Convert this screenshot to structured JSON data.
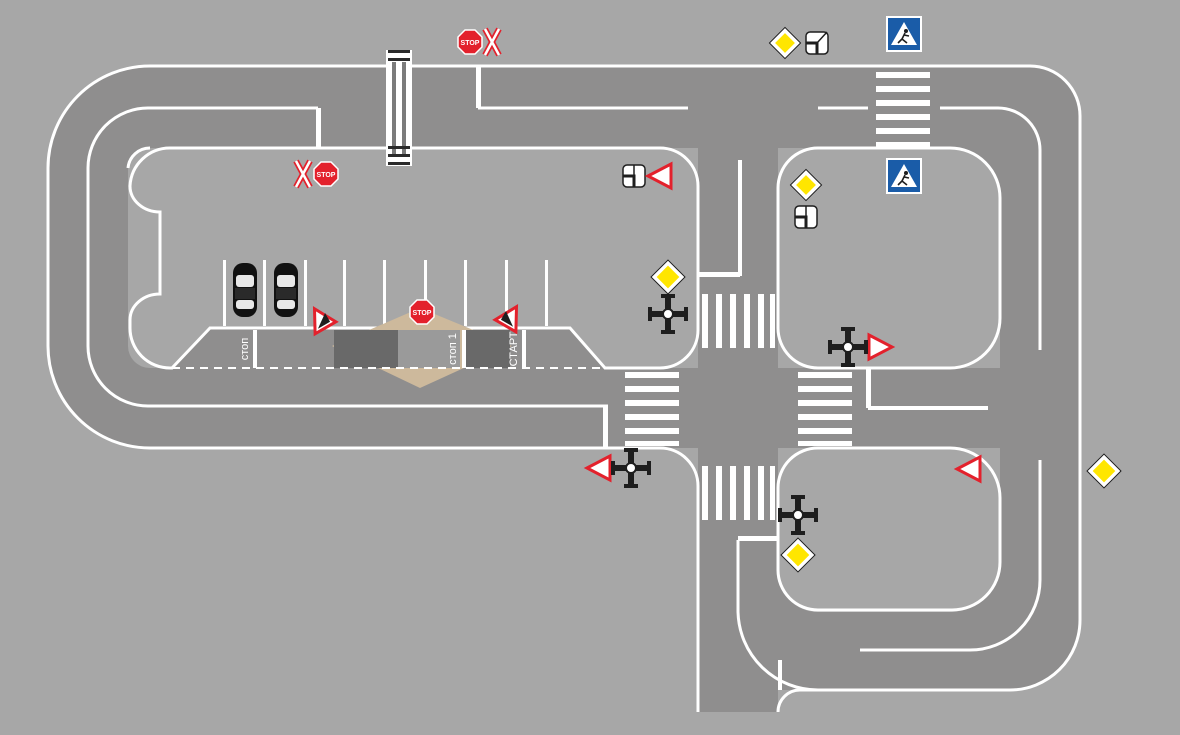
{
  "colors": {
    "background": "#a7a7a7",
    "asphalt": "#8f8e8e",
    "marking": "#ffffff",
    "island": "#a7a7a7",
    "ramp": "#cdb99c",
    "ramp_top": "#696969",
    "sign_red": "#e3212c",
    "sign_yellow": "#ffe600",
    "sign_blue": "#1a5ca8",
    "traffic_light": "#1e1e1e"
  },
  "labels": {
    "stop_word": "STOP",
    "stop_line_left": "стоп",
    "stop_line_1": "стоп 1",
    "start_line": "СТАРТ"
  },
  "signs": [
    {
      "type": "stop-sign"
    },
    {
      "type": "railway-cross-sign"
    },
    {
      "type": "stop-sign"
    },
    {
      "type": "railway-cross-sign"
    },
    {
      "type": "main-road-sign"
    },
    {
      "type": "main-road-direction-sign"
    },
    {
      "type": "pedestrian-crossing-sign"
    },
    {
      "type": "pedestrian-crossing-sign"
    },
    {
      "type": "main-road-sign"
    },
    {
      "type": "main-road-direction-sign"
    },
    {
      "type": "main-road-direction-sign"
    },
    {
      "type": "yield-sign"
    },
    {
      "type": "main-road-sign"
    },
    {
      "type": "main-road-sign"
    },
    {
      "type": "main-road-sign"
    },
    {
      "type": "yield-sign"
    },
    {
      "type": "yield-sign"
    },
    {
      "type": "yield-sign"
    },
    {
      "type": "stop-sign"
    },
    {
      "type": "steep-grade-sign"
    },
    {
      "type": "steep-grade-sign"
    }
  ],
  "traffic_lights": 4,
  "parked_cars": 2
}
